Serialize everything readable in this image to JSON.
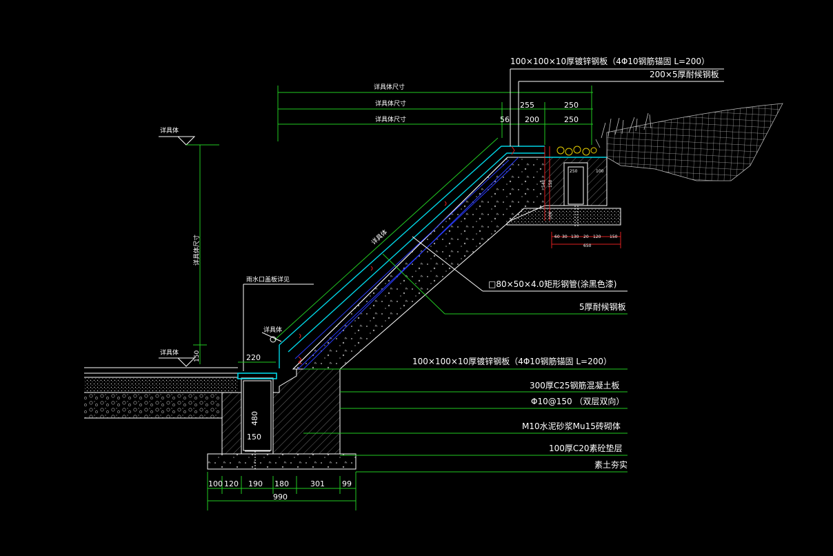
{
  "labels": {
    "top_plate": "100×100×10厚镀锌钢板（4Φ10钢筋锚固 L=200）",
    "top_weathering": "200×5厚耐候钢板",
    "rect_tube": "□80×50×4.0矩形钢管(涂黑色漆)",
    "weathering_5": "5厚耐候钢板",
    "bottom_plate": "100×100×10厚镀锌钢板（4Φ10钢筋锚固 L=200）",
    "slab": "300厚C25钢筋混凝土板",
    "rebar": "Φ10@150 （双层双向）",
    "masonry": "M10水泥砂浆Mu15砖砌体",
    "cushion": "100厚C20素砼垫层",
    "soil": "素土夯实",
    "drain_cover": "雨水口盖板详见",
    "elev_top": "详具体",
    "elev_bottom": "详具体",
    "slope_note": "详具体",
    "corner_note": "详具体",
    "vertical_dim": "详具体尺寸"
  },
  "top_dims": {
    "row1": "详具体尺寸",
    "row2": "详具体尺寸",
    "row3": "详具体尺寸",
    "d255": "255",
    "d250a": "250",
    "d56": "56",
    "d200": "200",
    "d250b": "250"
  },
  "drain_dims": {
    "d220": "220",
    "d480": "480",
    "d150": "150",
    "d150v": "150"
  },
  "bottom_dims": {
    "d100": "100",
    "d120": "120",
    "d190": "190",
    "d180": "180",
    "d301": "301",
    "d99": "99",
    "total": "990"
  },
  "right_detail": {
    "d250": "250",
    "d100": "100",
    "d540": "540",
    "d150": "150",
    "d100b": "100",
    "b60": "60",
    "b30": "30",
    "b130": "130",
    "b20": "20",
    "b120": "120",
    "b150": "150",
    "total": "650"
  }
}
